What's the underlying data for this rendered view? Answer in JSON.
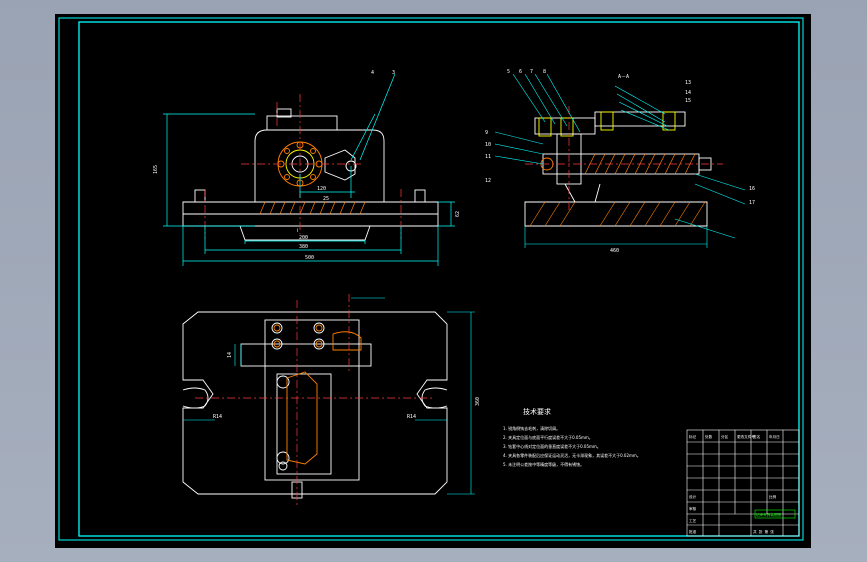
{
  "drawing": {
    "title_text": "技术要求",
    "section_label": "A－A",
    "view_label": "Ⅰ",
    "requirements": [
      "1. 锐角倒钝去毛刺，清除切屑。",
      "2. 夹具定位面与底面平行度误差不大于0.05mm。",
      "3. 钻套中心线对定位面的垂直度误差不大于0.05mm。",
      "4. 夹具各零件装配后应保证运动灵活，无卡滞现象，其误差不大于0.02mm。",
      "5. 未注明公差按中等精度等级，不得有锈蚀。"
    ],
    "part_balloons_top_right": [
      "5",
      "6",
      "7",
      "8",
      "9",
      "10",
      "11",
      "12",
      "13",
      "14",
      "15",
      "16",
      "17"
    ],
    "part_balloons_front": [
      "4",
      "3"
    ],
    "dims_front": {
      "overall_width": "500",
      "inner_width": "380",
      "slot_width": "200",
      "height": "165",
      "side_height": "62",
      "center_offset": "120",
      "center_dim": "25"
    },
    "dims_section": {
      "length": "460"
    },
    "dims_plan": {
      "height": "360",
      "slot": "14",
      "left_mark": "R14",
      "right_mark": "R14"
    },
    "title_block": {
      "stamp": "钻床夹具装配图",
      "rows": [
        "标记",
        "处数",
        "分区",
        "更改文件号",
        "签名",
        "年月日"
      ],
      "design_labels": [
        "设计",
        "审核",
        "工艺",
        "批准"
      ],
      "scale_label": "比例",
      "sheet_label": "共 张 第 张"
    }
  },
  "colors": {
    "background": "#000000",
    "outline": "#ffffff",
    "frame": "#00ffff",
    "dimension": "#00ffff",
    "center_line": "#ff3b3b",
    "hatch": "#ff7f00",
    "text": "#ffffff",
    "title_green": "#00ff00",
    "yellow": "#ffff00"
  }
}
